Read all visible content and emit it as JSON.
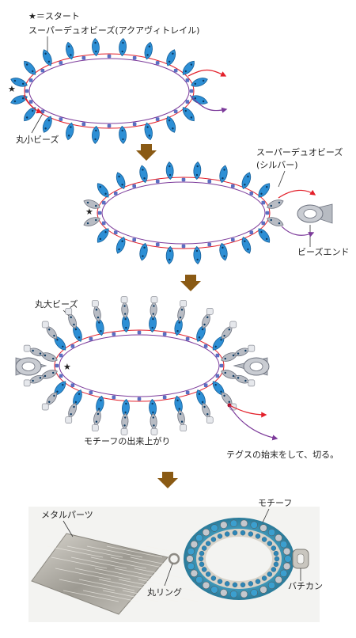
{
  "labels": {
    "start_marker": "★＝スタート",
    "super_duo_aqua": "スーパーデュオビーズ(アクアヴィトレイル)",
    "small_round": "丸小ビーズ",
    "super_duo_silver": "スーパーデュオビーズ",
    "silver_note": "(シルバー)",
    "bead_end": "ビーズエンド",
    "large_round": "丸大ビーズ",
    "motif_done": "モチーフの出来上がり",
    "thread_end": "テグスの始末をして、切る。",
    "metal_parts": "メタルパーツ",
    "motif": "モチーフ",
    "jump_ring": "丸リング",
    "bail": "バチカン",
    "star": "★"
  },
  "colors": {
    "blue_bead": "#2d8fd5",
    "blue_bead_stroke": "#17609a",
    "small_bead": "#5b6fc2",
    "silver_bead": "#b8bcc4",
    "silver_bead_stroke": "#6f7480",
    "large_round": "#e6e8ec",
    "thread_red": "#e3202a",
    "thread_purple": "#7c3a9a",
    "arrow_brown": "#8a5a14"
  }
}
